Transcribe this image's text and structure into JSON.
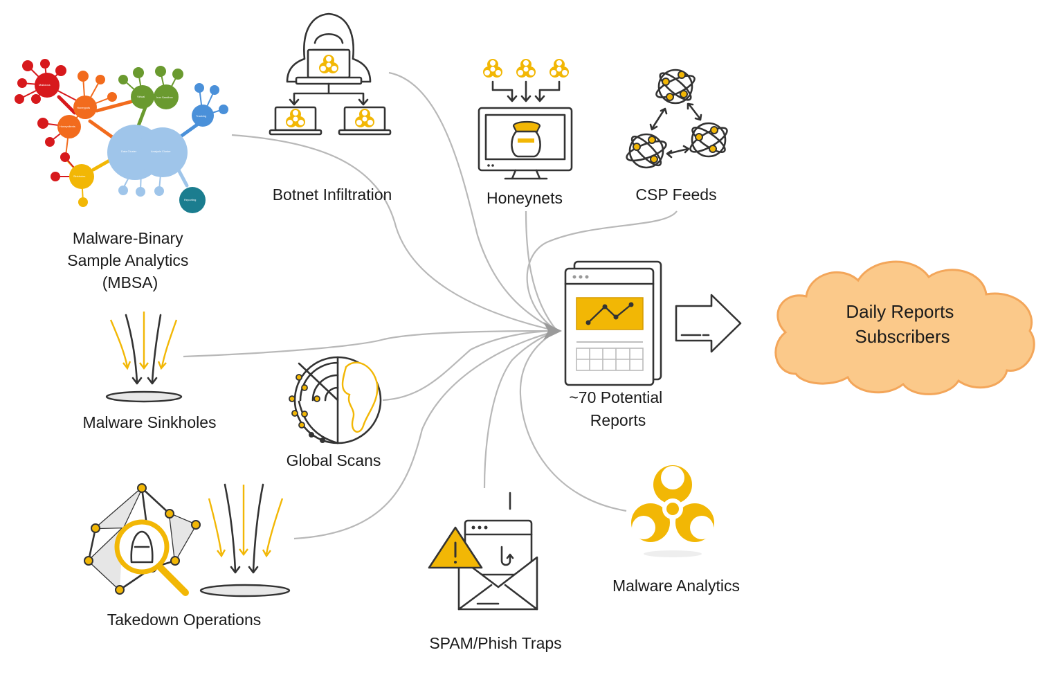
{
  "colors": {
    "accent": "#f2b705",
    "line": "#b8b8b8",
    "icon_stroke": "#333333",
    "cloud_fill": "#fbc98a",
    "cloud_stroke": "#f3a65a",
    "mbsa_red": "#d7191c",
    "mbsa_orange": "#f26b1d",
    "mbsa_green": "#6a9a2f",
    "mbsa_blue": "#4a90d9",
    "mbsa_light_blue": "#9fc5ea",
    "mbsa_teal": "#1b7d8f"
  },
  "sources": {
    "mbsa": "Malware-Binary\nSample Analytics\n(MBSA)",
    "botnet": "Botnet Infiltration",
    "honeynets": "Honeynets",
    "csp": "CSP Feeds",
    "sinkholes": "Malware Sinkholes",
    "scans": "Global Scans",
    "takedown": "Takedown Operations",
    "spam": "SPAM/Phish Traps",
    "malware_analytics": "Malware Analytics"
  },
  "reports": {
    "label": "~70 Potential\nReports"
  },
  "output": {
    "label": "Daily Reports\nSubscribers"
  },
  "icons": {
    "mbsa": "mindmap-icon",
    "botnet": "hooded-hacker-laptops-icon",
    "honeynets": "honeypot-monitor-icon",
    "csp": "network-globes-icon",
    "sinkholes": "sinkhole-arrows-icon",
    "scans": "radar-globe-icon",
    "takedown": "network-magnifier-icon",
    "spam": "warning-envelope-icon",
    "malware_analytics": "biohazard-icon",
    "reports": "report-documents-icon",
    "arrow": "right-arrow-icon",
    "cloud": "cloud-icon"
  }
}
